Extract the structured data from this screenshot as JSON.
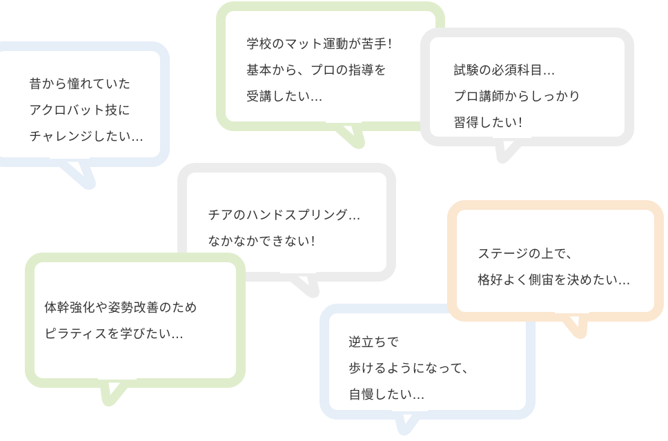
{
  "colors": {
    "blue": "#e6eef8",
    "green": "#dfedcc",
    "gray": "#ececec",
    "orange": "#fbe6cf",
    "text": "#333333"
  },
  "bubbles": [
    {
      "id": "b1",
      "color": "blue",
      "lines": [
        "昔から憧れていた",
        "アクロバット技に",
        "チャレンジしたい…"
      ]
    },
    {
      "id": "b2",
      "color": "green",
      "lines": [
        "学校のマット運動が苦手！",
        "基本から、プロの指導を",
        "受講したい…"
      ]
    },
    {
      "id": "b3",
      "color": "gray",
      "lines": [
        "試験の必須科目…",
        "プロ講師からしっかり",
        "習得したい！"
      ]
    },
    {
      "id": "b4",
      "color": "gray",
      "lines": [
        "チアのハンドスプリング…",
        "なかなかできない！"
      ]
    },
    {
      "id": "b5",
      "color": "green",
      "lines": [
        "体幹強化や姿勢改善のため",
        "ピラティスを学びたい…"
      ]
    },
    {
      "id": "b6",
      "color": "orange",
      "lines": [
        "ステージの上で、",
        "格好よく側宙を決めたい…"
      ]
    },
    {
      "id": "b7",
      "color": "blue",
      "lines": [
        "逆立ちで",
        "歩けるようになって、",
        "自慢したい…"
      ]
    }
  ]
}
